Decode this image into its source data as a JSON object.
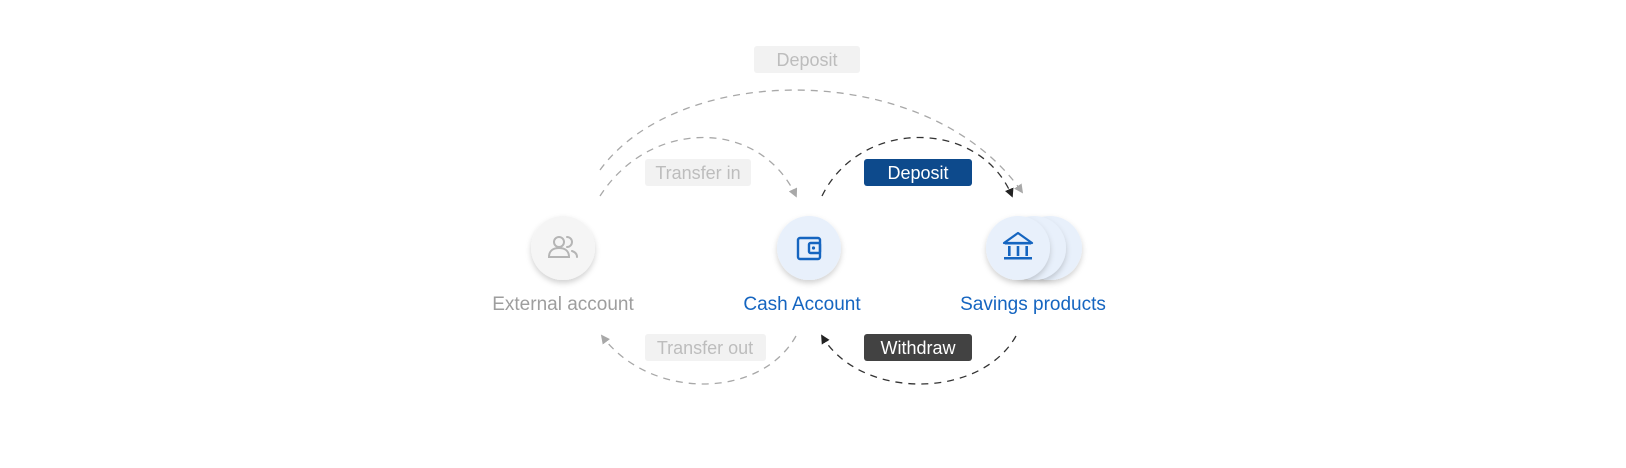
{
  "nodes": {
    "external": {
      "label": "External account",
      "icon": "users-icon",
      "color": "#9e9e9e"
    },
    "cash": {
      "label": "Cash Account",
      "icon": "wallet-icon",
      "color": "#1565c0"
    },
    "savings": {
      "label": "Savings products",
      "icon": "bank-icon",
      "color": "#1565c0"
    }
  },
  "flows": {
    "deposit_external": {
      "label": "Deposit",
      "state": "inactive"
    },
    "transfer_in": {
      "label": "Transfer in",
      "state": "inactive"
    },
    "transfer_out": {
      "label": "Transfer out",
      "state": "inactive"
    },
    "deposit_cash": {
      "label": "Deposit",
      "state": "active",
      "color": "#0d4a8c"
    },
    "withdraw": {
      "label": "Withdraw",
      "state": "active",
      "color": "#424242"
    }
  },
  "colors": {
    "inactive_text": "#bdbdbd",
    "inactive_pill": "#f2f2f2",
    "inactive_line": "#a8a8a8",
    "active_line": "#333333",
    "node_fill_active": "#e8f0fb",
    "node_fill_inactive": "#f5f5f5"
  }
}
